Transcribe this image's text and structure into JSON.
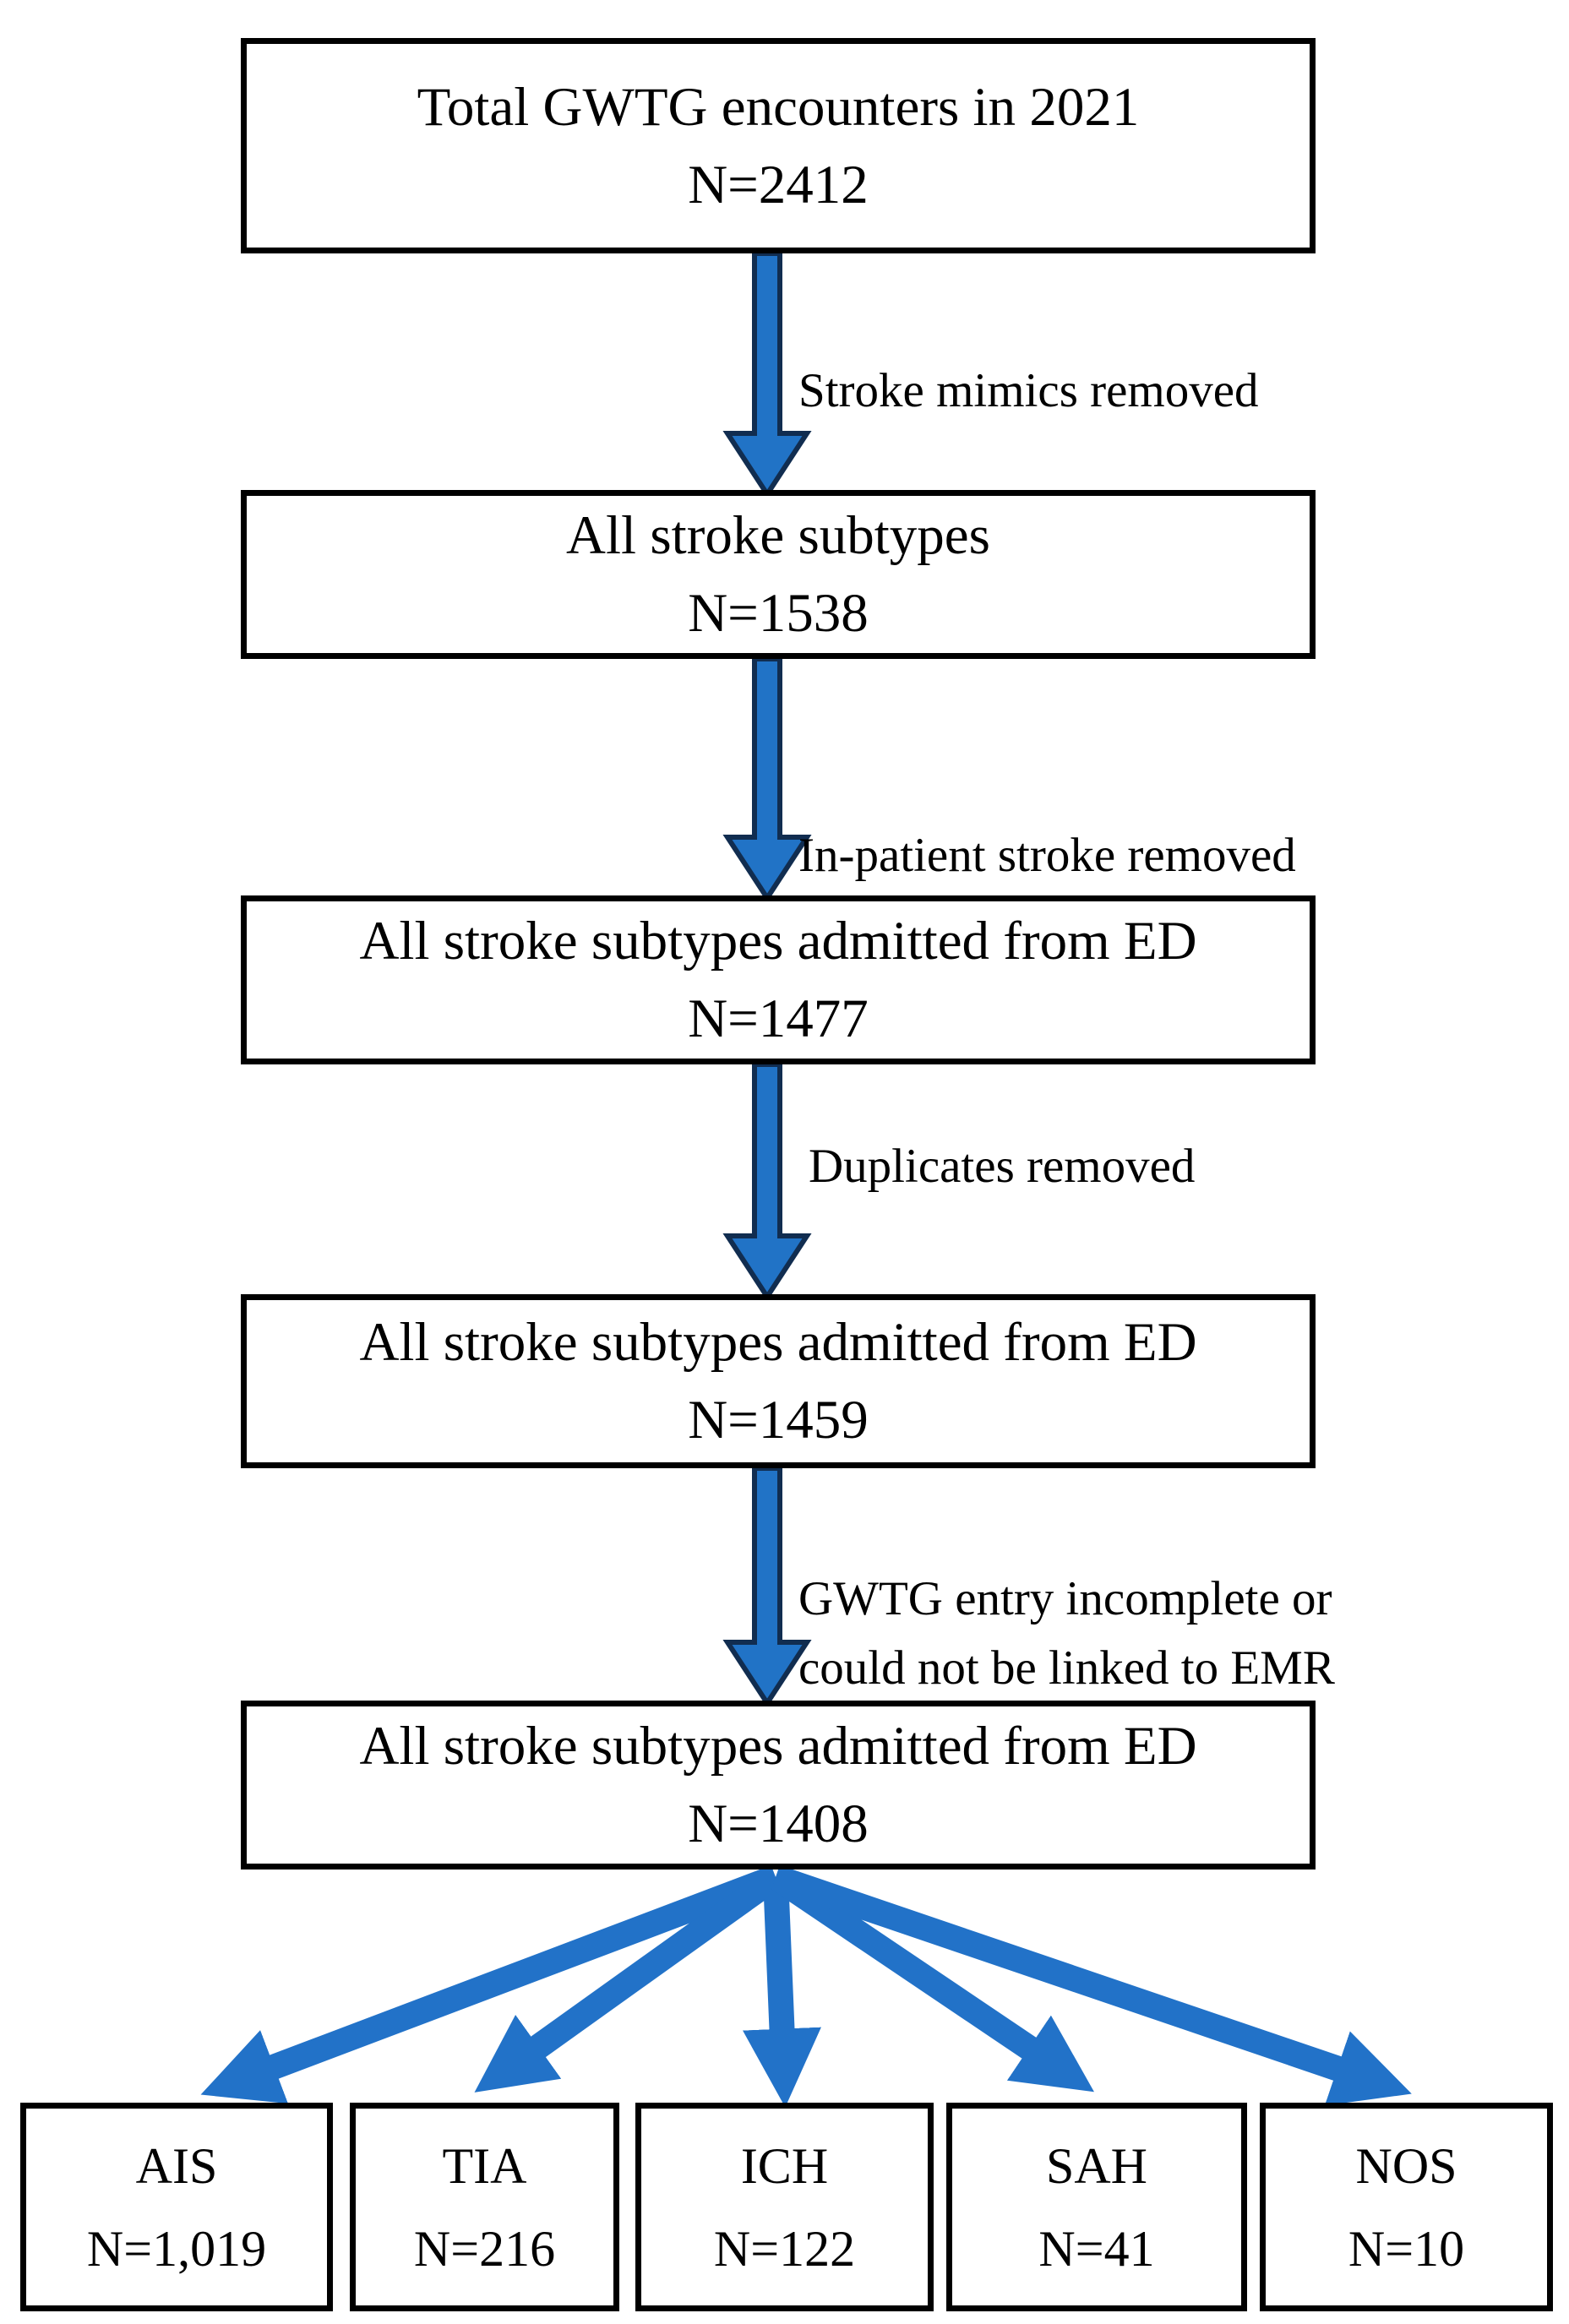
{
  "flow_boxes": [
    {
      "line1": "Total GWTG encounters in 2021",
      "line2": "N=2412"
    },
    {
      "line1": "All stroke subtypes",
      "line2": "N=1538"
    },
    {
      "line1": "All stroke subtypes admitted from ED",
      "line2": "N=1477"
    },
    {
      "line1": "All stroke subtypes admitted from ED",
      "line2": "N=1459"
    },
    {
      "line1": "All stroke subtypes admitted from ED",
      "line2": "N=1408"
    }
  ],
  "exclusion_steps": [
    {
      "text": "Stroke mimics removed"
    },
    {
      "text": "In-patient stroke removed"
    },
    {
      "text": "Duplicates removed"
    },
    {
      "line1": "GWTG entry incomplete or",
      "line2": "could not be linked to EMR"
    }
  ],
  "outcome_boxes": [
    {
      "label": "AIS",
      "n": "N=1,019"
    },
    {
      "label": "TIA",
      "n": "N=216"
    },
    {
      "label": "ICH",
      "n": "N=122"
    },
    {
      "label": "SAH",
      "n": "N=41"
    },
    {
      "label": "NOS",
      "n": "N=10"
    }
  ],
  "colors": {
    "arrow_fill": "#2173C6",
    "arrow_outline": "#112D50",
    "fan_arrow": "#2272C8",
    "box_border": "#000000",
    "text": "#000000",
    "background": "#FFFFFF"
  }
}
